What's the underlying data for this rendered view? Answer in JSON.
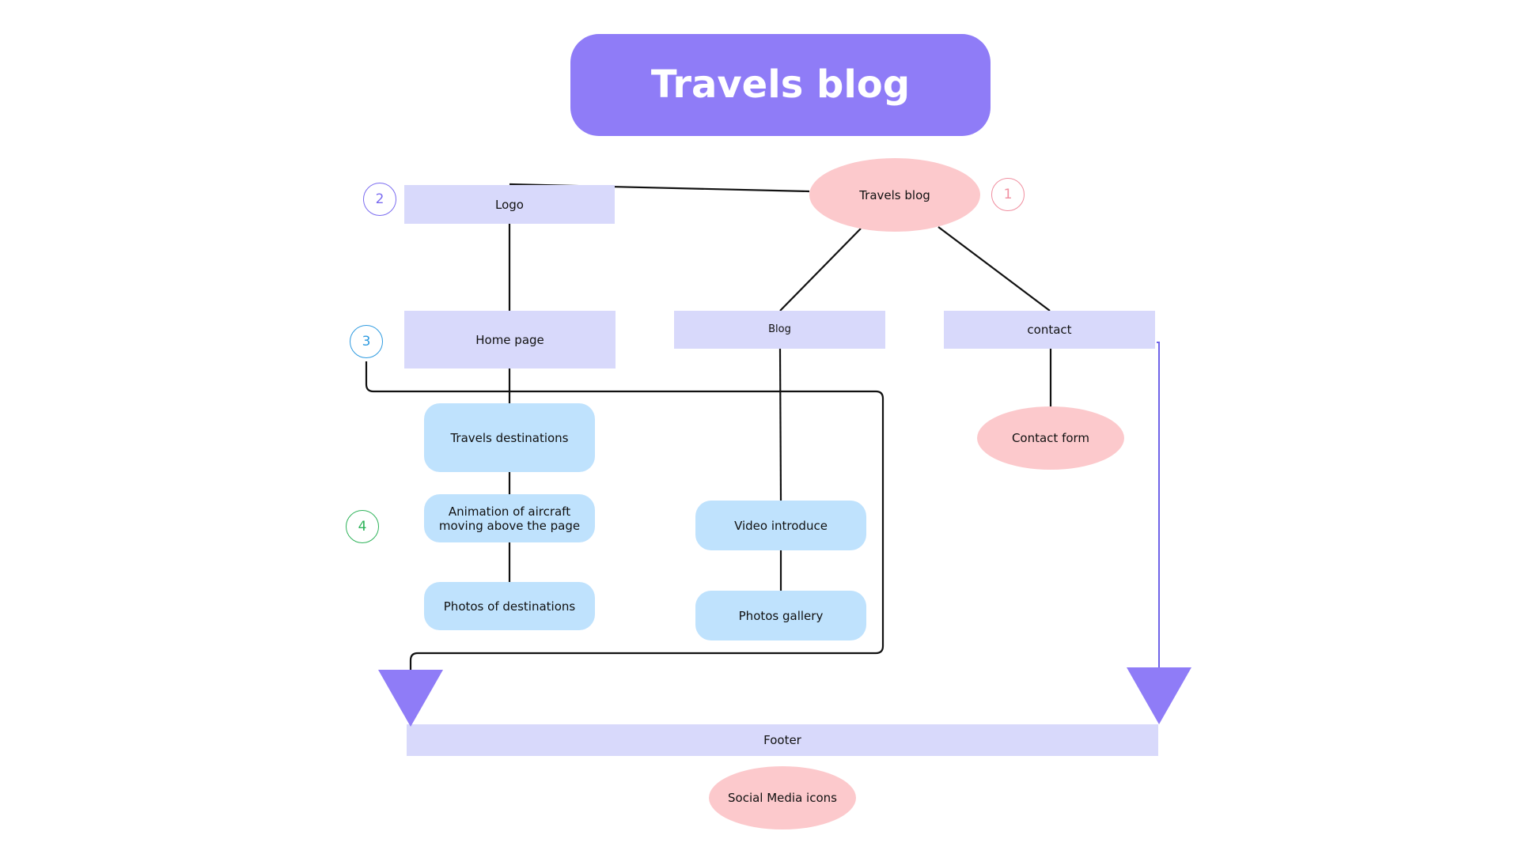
{
  "title": "Travels blog",
  "nodes": {
    "root": "Travels blog",
    "logo": "Logo",
    "home": "Home page",
    "blog": "Blog",
    "contact": "contact",
    "destinations": "Travels destinations",
    "animation": "Animation of aircraft moving above the page",
    "photos_destinations": "Photos of destinations",
    "video": "Video introduce",
    "gallery": "Photos gallery",
    "contact_form": "Contact form",
    "footer": "Footer",
    "social": "Social Media icons"
  },
  "markers": {
    "m1": "1",
    "m2": "2",
    "m3": "3",
    "m4": "4"
  },
  "colors": {
    "title_bg": "#8f7cf7",
    "rect": "#d8d9fb",
    "pill": "#bfe2fd",
    "oval": "#fcc9cc",
    "arrow": "#8f7cf7",
    "marker_1": "#f08fa0",
    "marker_2": "#7b6cf0",
    "marker_3": "#2f9be0",
    "marker_4": "#2fb35a"
  }
}
